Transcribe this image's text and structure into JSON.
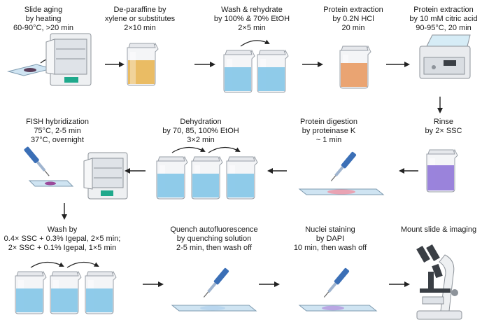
{
  "steps": [
    {
      "id": "slide-aging",
      "lines": [
        "Slide aging",
        "by heating",
        "60-90°C, >20 min"
      ]
    },
    {
      "id": "deparaffine",
      "lines": [
        "De-paraffine by",
        "xylene or substitutes",
        "2×10 min"
      ]
    },
    {
      "id": "wash-rehydrate",
      "lines": [
        "Wash & rehydrate",
        "by 100% & 70% EtOH",
        "2×5 min"
      ]
    },
    {
      "id": "protein-extraction-hcl",
      "lines": [
        "Protein extraction",
        "by 0.2N HCl",
        "20 min"
      ]
    },
    {
      "id": "protein-extraction-citric",
      "lines": [
        "Protein extraction",
        "by 10 mM citric acid",
        "90-95°C, 20 min"
      ]
    },
    {
      "id": "rinse",
      "lines": [
        "Rinse",
        "by 2× SSC"
      ]
    },
    {
      "id": "protein-digestion",
      "lines": [
        "Protein digestion",
        "by proteinase K",
        "~ 1 min"
      ]
    },
    {
      "id": "dehydration",
      "lines": [
        "Dehydration",
        "by 70, 85, 100% EtOH",
        "3×2 min"
      ]
    },
    {
      "id": "fish-hybridization",
      "lines": [
        "FISH hybridization",
        "75°C, 2-5 min",
        "37°C, overnight"
      ]
    },
    {
      "id": "wash",
      "lines": [
        "Wash by",
        "0.4× SSC + 0.3% Igepal, 2×5 min;",
        "2× SSC + 0.1% Igepal, 1×5 min"
      ]
    },
    {
      "id": "quench",
      "lines": [
        "Quench autofluorescence",
        "by quenching solution",
        "2-5 min, then wash off"
      ]
    },
    {
      "id": "nuclei-staining",
      "lines": [
        "Nuclei staining",
        "by DAPI",
        "10 min, then wash off"
      ]
    },
    {
      "id": "mount-imaging",
      "lines": [
        "Mount slide & imaging"
      ]
    }
  ],
  "colors": {
    "xylene": "#e8b14a",
    "ethanol": "#7cc3e6",
    "hcl": "#e8955a",
    "ssc": "#8a6fd6",
    "oven-green": "#1fa98c",
    "pipette-blue": "#3b6fb6",
    "tissue-purple": "#9b4a9b",
    "tissue-pink": "#e9a3b3",
    "tissue-lilac": "#b9a7e3",
    "arrow": "#222222"
  }
}
